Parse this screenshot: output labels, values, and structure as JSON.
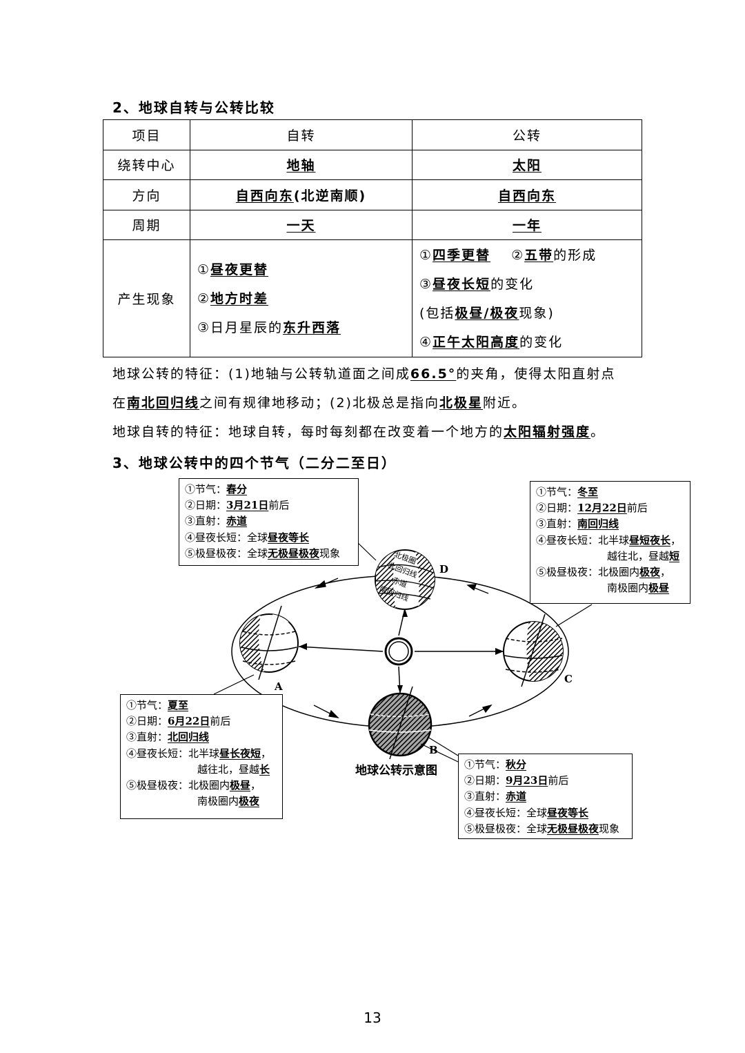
{
  "section2_title": "2、地球自转与公转比较",
  "table": {
    "headers": [
      "项目",
      "自转",
      "公转"
    ],
    "rows": [
      {
        "label": "绕转中心",
        "rotation": "地轴",
        "revolution": "太阳"
      },
      {
        "label": "方向",
        "rotation_a": "自西向东",
        "rotation_b": "(北逆南顺)",
        "revolution": "自西向东"
      },
      {
        "label": "周期",
        "rotation": "一天",
        "revolution": "一年"
      }
    ],
    "phenomena": {
      "label": "产生现象",
      "rotation": [
        {
          "pre": "①",
          "u": "昼夜更替",
          "post": ""
        },
        {
          "pre": "②",
          "u": "地方时差",
          "post": ""
        },
        {
          "pre": "③日月星辰的",
          "u": "东升西落",
          "post": ""
        }
      ],
      "revolution": {
        "l1a_pre": "①",
        "l1a_u": "四季更替",
        "l1b_pre": "②",
        "l1b_u": "五带",
        "l1b_post": "的形成",
        "l2_pre": "③",
        "l2_u": "昼夜长短",
        "l2_post": "的变化",
        "l3_pre": "(包括",
        "l3_u": "极昼/极夜",
        "l3_post": "现象)",
        "l4_pre": "④",
        "l4_u": "正午太阳高度",
        "l4_post": "的变化"
      }
    }
  },
  "paragraphs": {
    "p1_a": "地球公转的特征：(1)地轴与公转轨道面之间成",
    "p1_u": "66.5°",
    "p1_b": "的夹角，使得太阳直射点",
    "p2_a": "在",
    "p2_u1": "南北回归线",
    "p2_b": "之间有规律地移动；(2)北极总是指向",
    "p2_u2": "北极星",
    "p2_c": "附近。",
    "p3_a": "地球自转的特征：地球自转，每时每刻都在改变着一个地方的",
    "p3_u": "太阳辐射强度",
    "p3_b": "。"
  },
  "section3_title": "3、地球公转中的四个节气（二分二至日）",
  "diagram": {
    "caption": "地球公转示意图",
    "points": {
      "A": "A",
      "B": "B",
      "C": "C",
      "D": "D"
    },
    "globe_labels": [
      "北极圈",
      "北回归线",
      "赤道",
      "南回归线"
    ],
    "boxes": {
      "spring": {
        "l1": "①节气：",
        "l1u": "春分",
        "l2": "②日期：",
        "l2u": "3月21日",
        "l2p": "前后",
        "l3": "③直射：",
        "l3u": "赤道",
        "l4": "④昼夜长短：全球",
        "l4u": "昼夜等长",
        "l5": "⑤极昼极夜：全球",
        "l5u": "无极昼极夜",
        "l5p": "现象"
      },
      "winter": {
        "l1": "①节气：",
        "l1u": "冬至",
        "l2": "②日期：",
        "l2u": "12月22日",
        "l2p": "前后",
        "l3": "③直射：",
        "l3u": "南回归线",
        "l4": "④昼夜长短：北半球",
        "l4u": "昼短夜长",
        "l4p": "，",
        "l4b": "越往北，昼越",
        "l4bu": "短",
        "l5": "⑤极昼极夜：北极圈内",
        "l5u": "极夜",
        "l5p": "，",
        "l5b": "南极圈内",
        "l5bu": "极昼"
      },
      "summer": {
        "l1": "①节气：",
        "l1u": "夏至",
        "l2": "②日期：",
        "l2u": "6月22日",
        "l2p": "前后",
        "l3": "③直射：",
        "l3u": "北回归线",
        "l4": "④昼夜长短：北半球",
        "l4u": "昼长夜短",
        "l4p": "，",
        "l4b": "越往北，昼越",
        "l4bu": "长",
        "l5": "⑤极昼极夜：北极圈内",
        "l5u": "极昼",
        "l5p": "，",
        "l5b": "南极圈内",
        "l5bu": "极夜"
      },
      "autumn": {
        "l1": "①节气：",
        "l1u": "秋分",
        "l2": "②日期：",
        "l2u": "9月23日",
        "l2p": "前后",
        "l3": "③直射：",
        "l3u": "赤道",
        "l4": "④昼夜长短：全球",
        "l4u": "昼夜等长",
        "l5": "⑤极昼极夜：全球",
        "l5u": "无极昼极夜",
        "l5p": "现象"
      }
    }
  },
  "page_number": "13"
}
